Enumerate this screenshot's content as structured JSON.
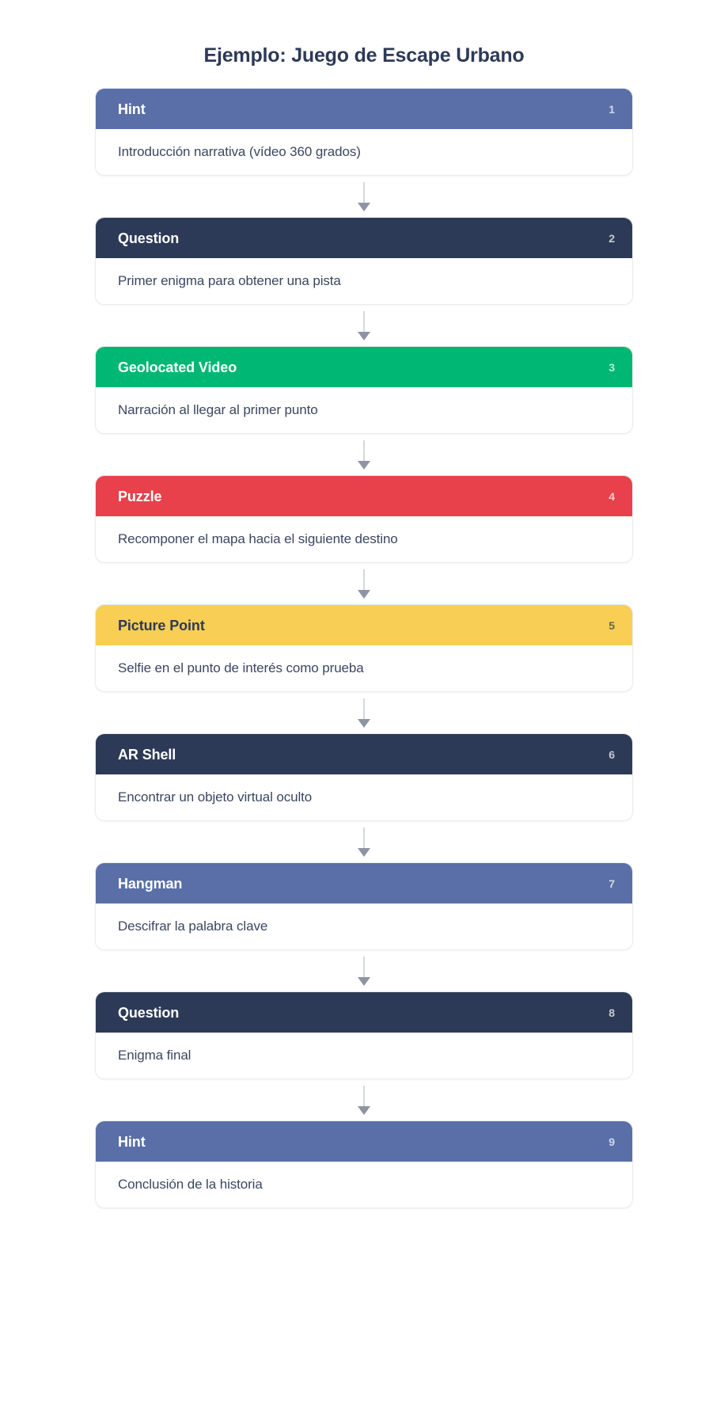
{
  "page": {
    "title": "Ejemplo: Juego de Escape Urbano",
    "background": "#ffffff",
    "title_color": "#2d3a57"
  },
  "palette": {
    "hint": "#5a6fa8",
    "question": "#2d3a57",
    "geolocated_video": "#00b873",
    "puzzle": "#e8414b",
    "picture_point": "#f8ce54",
    "ar_shell": "#2d3a57",
    "hangman": "#5a6fa8",
    "text_light": "#ffffff",
    "text_dark": "#2d3a57",
    "body_text": "#3b4760",
    "card_border": "#e9ebef",
    "arrow_stem": "#d4d8e0",
    "arrow_head": "#8d94a4"
  },
  "steps": [
    {
      "number": "1",
      "type": "Hint",
      "description": "Introducción narrativa (vídeo 360 grados)",
      "header_bg": "#5a6fa8",
      "header_fg": "#ffffff"
    },
    {
      "number": "2",
      "type": "Question",
      "description": "Primer enigma para obtener una pista",
      "header_bg": "#2d3a57",
      "header_fg": "#ffffff"
    },
    {
      "number": "3",
      "type": "Geolocated Video",
      "description": "Narración al llegar al primer punto",
      "header_bg": "#00b873",
      "header_fg": "#ffffff"
    },
    {
      "number": "4",
      "type": "Puzzle",
      "description": "Recomponer el mapa hacia el siguiente destino",
      "header_bg": "#e8414b",
      "header_fg": "#ffffff"
    },
    {
      "number": "5",
      "type": "Picture Point",
      "description": "Selfie en el punto de interés como prueba",
      "header_bg": "#f8ce54",
      "header_fg": "#2d3a57"
    },
    {
      "number": "6",
      "type": "AR Shell",
      "description": "Encontrar un objeto virtual oculto",
      "header_bg": "#2d3a57",
      "header_fg": "#ffffff"
    },
    {
      "number": "7",
      "type": "Hangman",
      "description": "Descifrar la palabra clave",
      "header_bg": "#5a6fa8",
      "header_fg": "#ffffff"
    },
    {
      "number": "8",
      "type": "Question",
      "description": "Enigma final",
      "header_bg": "#2d3a57",
      "header_fg": "#ffffff"
    },
    {
      "number": "9",
      "type": "Hint",
      "description": "Conclusión de la historia",
      "header_bg": "#5a6fa8",
      "header_fg": "#ffffff"
    }
  ],
  "connector": {
    "icon": "arrow-down-icon"
  }
}
